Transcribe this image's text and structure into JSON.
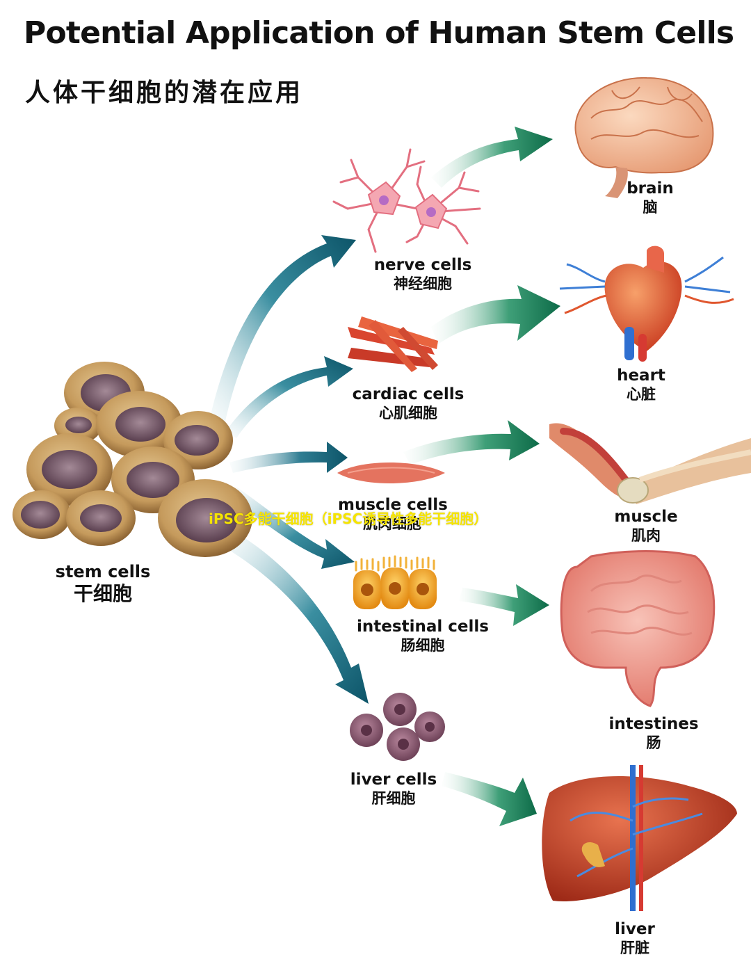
{
  "title": {
    "english": "Potential Application of Human Stem Cells",
    "chinese": "人体干细胞的潜在应用"
  },
  "source": {
    "english": "stem cells",
    "chinese": "干细胞"
  },
  "cell_types": [
    {
      "english": "nerve cells",
      "chinese": "神经细胞"
    },
    {
      "english": "cardiac cells",
      "chinese": "心肌细胞"
    },
    {
      "english": "muscle cells",
      "chinese": "肌肉细胞"
    },
    {
      "english": "intestinal cells",
      "chinese": "肠细胞"
    },
    {
      "english": "liver cells",
      "chinese": "肝细胞"
    }
  ],
  "organs": [
    {
      "english": "brain",
      "chinese": "脑"
    },
    {
      "english": "heart",
      "chinese": "心脏"
    },
    {
      "english": "muscle",
      "chinese": "肌肉"
    },
    {
      "english": "intestines",
      "chinese": "肠"
    },
    {
      "english": "liver",
      "chinese": "肝脏"
    }
  ],
  "overlay_caption": "iPSC多能干细胞（iPSC诱导性多能干细胞）",
  "colors": {
    "arrow_blue": "#0f5f78",
    "arrow_green": "#137a55",
    "caption": "#f5e400"
  }
}
